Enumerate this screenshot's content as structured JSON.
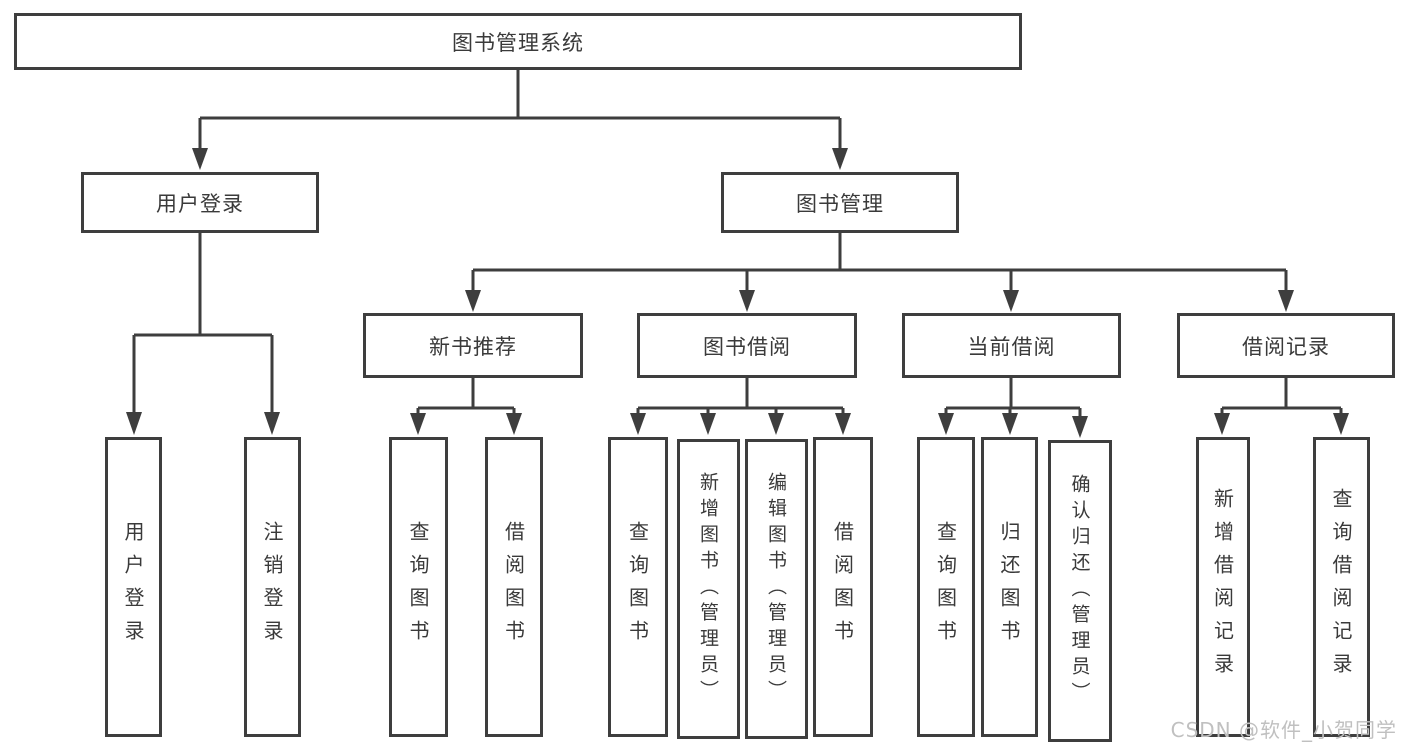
{
  "title": "图书管理系统",
  "level2": [
    {
      "label": "用户登录"
    },
    {
      "label": "图书管理"
    }
  ],
  "level3": [
    {
      "label": "新书推荐"
    },
    {
      "label": "图书借阅"
    },
    {
      "label": "当前借阅"
    },
    {
      "label": "借阅记录"
    }
  ],
  "leaves": [
    {
      "label": "用户登录"
    },
    {
      "label": "注销登录"
    },
    {
      "label": "查询图书"
    },
    {
      "label": "借阅图书"
    },
    {
      "label": "查询图书"
    },
    {
      "label": "新增图书（管理员）"
    },
    {
      "label": "编辑图书（管理员）"
    },
    {
      "label": "借阅图书"
    },
    {
      "label": "查询图书"
    },
    {
      "label": "归还图书"
    },
    {
      "label": "确认归还（管理员）"
    },
    {
      "label": "新增借阅记录"
    },
    {
      "label": "查询借阅记录"
    }
  ],
  "watermark": "CSDN @软件_小贺同学",
  "colors": {
    "line": "#3e3e3e",
    "text": "#3a3a3a",
    "watermark": "#c0c0c0",
    "background": "#ffffff"
  }
}
